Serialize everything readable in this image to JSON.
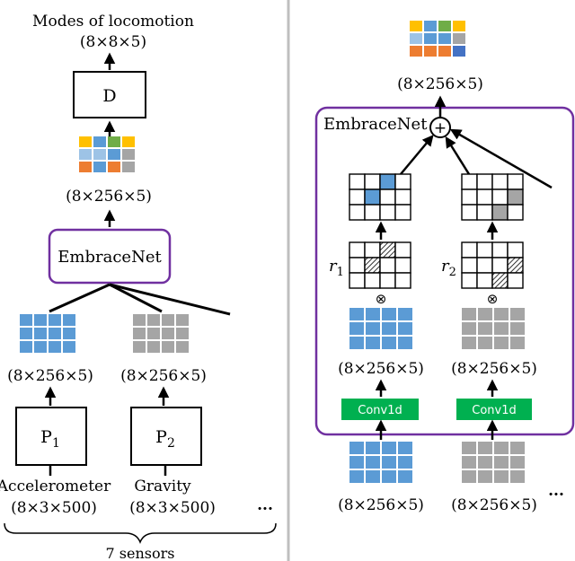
{
  "colors": {
    "blue": "#5B9BD5",
    "gray": "#A5A5A5",
    "yellow": "#FFC000",
    "green": "#70AD47",
    "orange": "#ED7D31",
    "lightblue": "#9DC3E6",
    "darkblue": "#4472C4",
    "purple": "#7030A0",
    "conv_green": "#00B050",
    "divider": "#BFBFBF"
  },
  "left": {
    "output_title": "Modes of locomotion",
    "output_shape": "(8×8×5)",
    "decoder_label": "D",
    "emb_shape": "(8×256×5)",
    "embracenet_label": "EmbraceNet",
    "p1_out_shape": "(8×256×5)",
    "p2_out_shape": "(8×256×5)",
    "p1_main": "P",
    "p1_sub": "1",
    "p2_main": "P",
    "p2_sub": "2",
    "sensor1_name": "Accelerometer",
    "sensor1_shape": "(8×3×500)",
    "sensor2_name": "Gravity",
    "sensor2_shape": "(8×3×500)",
    "ellipsis": "...",
    "brace_label": "7 sensors"
  },
  "right": {
    "output_shape": "(8×256×5)",
    "embracenet_label": "EmbraceNet",
    "sum_symbol": "+",
    "r1_main": "r",
    "r1_sub": "1",
    "r2_main": "r",
    "r2_sub": "2",
    "mul_symbol": "⊗",
    "feat1_shape": "(8×256×5)",
    "feat2_shape": "(8×256×5)",
    "conv1_label": "Conv1d",
    "conv2_label": "Conv1d",
    "in1_shape": "(8×256×5)",
    "in2_shape": "(8×256×5)",
    "ellipsis": "..."
  }
}
